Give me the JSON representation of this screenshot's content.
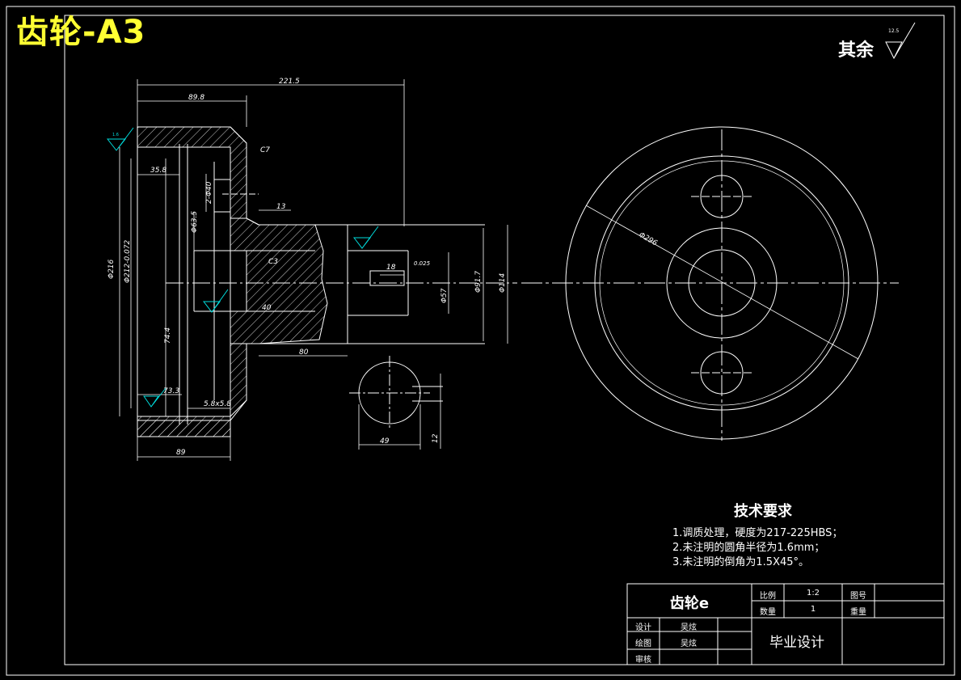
{
  "header": {
    "title": "齿轮-A3"
  },
  "surface": {
    "rest_label": "其余",
    "rest_value": "12.5",
    "local_value": "1.6"
  },
  "dims": {
    "d221_5": "221.5",
    "d89_8": "89.8",
    "c7": "C7",
    "d35_8": "35.8",
    "d2_40": "2-Φ40",
    "d13": "13",
    "d63_5": "Φ63.5",
    "c3": "C3",
    "d216": "Φ216",
    "d212": "Φ212-0.072",
    "d40": "40",
    "d74_4": "74.4",
    "d73_3": "73.3",
    "d5_8": "5.8x5.8",
    "d89": "89",
    "d80": "80",
    "d18": "18",
    "d57": "Φ57",
    "d91_7": "Φ91.7",
    "d114": "Φ114",
    "d49": "49",
    "d12": "12",
    "tol": "0.025",
    "d296": "Φ296"
  },
  "tech": {
    "title": "技术要求",
    "items": [
      "1.调质处理，硬度为217-225HBS；",
      "2.未注明的圆角半径为1.6mm；",
      "3.未注明的倒角为1.5X45°。"
    ]
  },
  "title_block": {
    "part_name": "齿轮e",
    "scale_label": "比例",
    "scale_value": "1:2",
    "drawing_no_label": "图号",
    "qty_label": "数量",
    "qty_value": "1",
    "weight_label": "重量",
    "design_label": "设计",
    "design_value": "吴炫",
    "draw_label": "绘图",
    "draw_value": "吴炫",
    "check_label": "审核",
    "project": "毕业设计"
  },
  "colors": {
    "line": "#ffffff",
    "title": "#ffff33",
    "surface_mark": "#00dddd",
    "background": "#000000"
  }
}
